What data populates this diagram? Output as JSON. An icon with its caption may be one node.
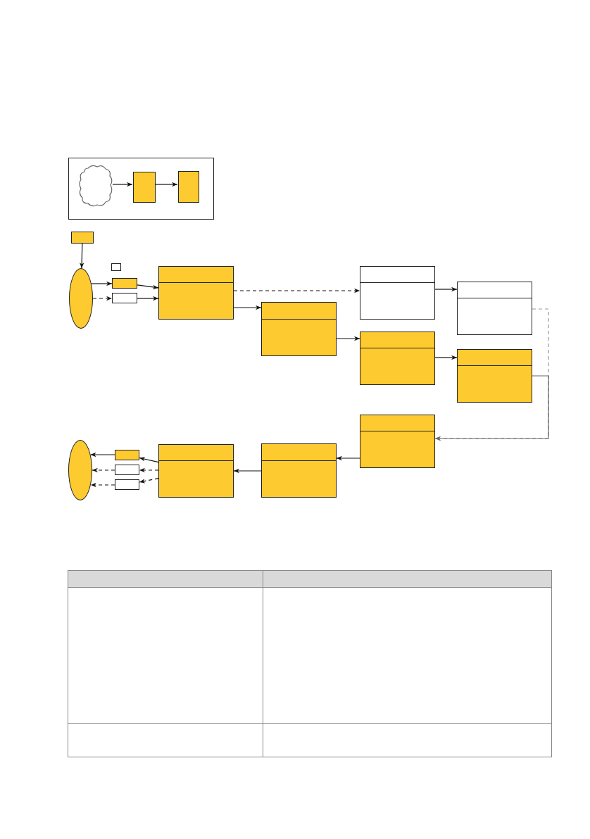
{
  "diagram": {
    "nodes": [
      {
        "text": [],
        "shape": "box"
      },
      {
        "text": [],
        "shape": "cloud",
        "in": 0
      },
      {
        "text": [],
        "shape": "box",
        "in": 0
      },
      {
        "text": [],
        "shape": "box",
        "in": 0
      },
      {
        "text": [],
        "shape": "box"
      },
      {
        "text": [],
        "shape": "ellipse"
      },
      {
        "text": [],
        "shape": "box"
      },
      {
        "text": [],
        "shape": "box"
      },
      {
        "text": [],
        "shape": "box"
      },
      {
        "text": [],
        "shape": "box"
      },
      {
        "text": [],
        "shape": "box"
      },
      {
        "text": [],
        "shape": "box"
      },
      {
        "text": [],
        "shape": "box"
      },
      {
        "text": [],
        "shape": "box"
      },
      {
        "text": [],
        "shape": "box"
      },
      {
        "text": [],
        "shape": "box"
      },
      {
        "text": [],
        "shape": "ellipse"
      },
      {
        "text": [],
        "shape": "box"
      },
      {
        "text": [],
        "shape": "box"
      },
      {
        "text": [],
        "shape": "box"
      },
      {
        "text": [],
        "shape": "box"
      },
      {
        "text": [],
        "shape": "box"
      }
    ],
    "edges": [
      {
        "from": 1,
        "to": 2,
        "arrow": "to"
      },
      {
        "from": 2,
        "to": 3,
        "arrow": "to"
      },
      {
        "from": 4,
        "to": 5,
        "arrow": "to"
      },
      {
        "from": 5,
        "to": 7,
        "arrow": "to"
      },
      {
        "from": 5,
        "to": 8,
        "arrow": "to",
        "style": "dashed"
      },
      {
        "from": 7,
        "to": 9,
        "arrow": "to"
      },
      {
        "from": 8,
        "to": 9,
        "arrow": "to"
      },
      {
        "from": 9,
        "to": 10,
        "arrow": "to",
        "style": "dashed"
      },
      {
        "from": 9,
        "to": 11,
        "arrow": "to"
      },
      {
        "from": 11,
        "to": 13,
        "arrow": "to"
      },
      {
        "from": 10,
        "to": 12,
        "arrow": "to"
      },
      {
        "from": 13,
        "to": 14,
        "arrow": "to"
      },
      {
        "from": 12,
        "to": 15,
        "arrow": "to",
        "style": "dashed",
        "color": "#999999"
      },
      {
        "from": 14,
        "to": 15,
        "arrow": "to",
        "color": "#666666"
      },
      {
        "from": 15,
        "to": 21,
        "arrow": "to"
      },
      {
        "from": 21,
        "to": 20,
        "arrow": "to"
      },
      {
        "from": 20,
        "to": 17,
        "arrow": "to"
      },
      {
        "from": 20,
        "to": 18,
        "arrow": "to",
        "style": "dashed"
      },
      {
        "from": 20,
        "to": 19,
        "arrow": "to",
        "style": "dashed"
      },
      {
        "from": 17,
        "to": 16,
        "arrow": "to"
      },
      {
        "from": 18,
        "to": 16,
        "arrow": "to",
        "style": "dashed"
      },
      {
        "from": 19,
        "to": 16,
        "arrow": "to",
        "style": "dashed"
      }
    ]
  }
}
